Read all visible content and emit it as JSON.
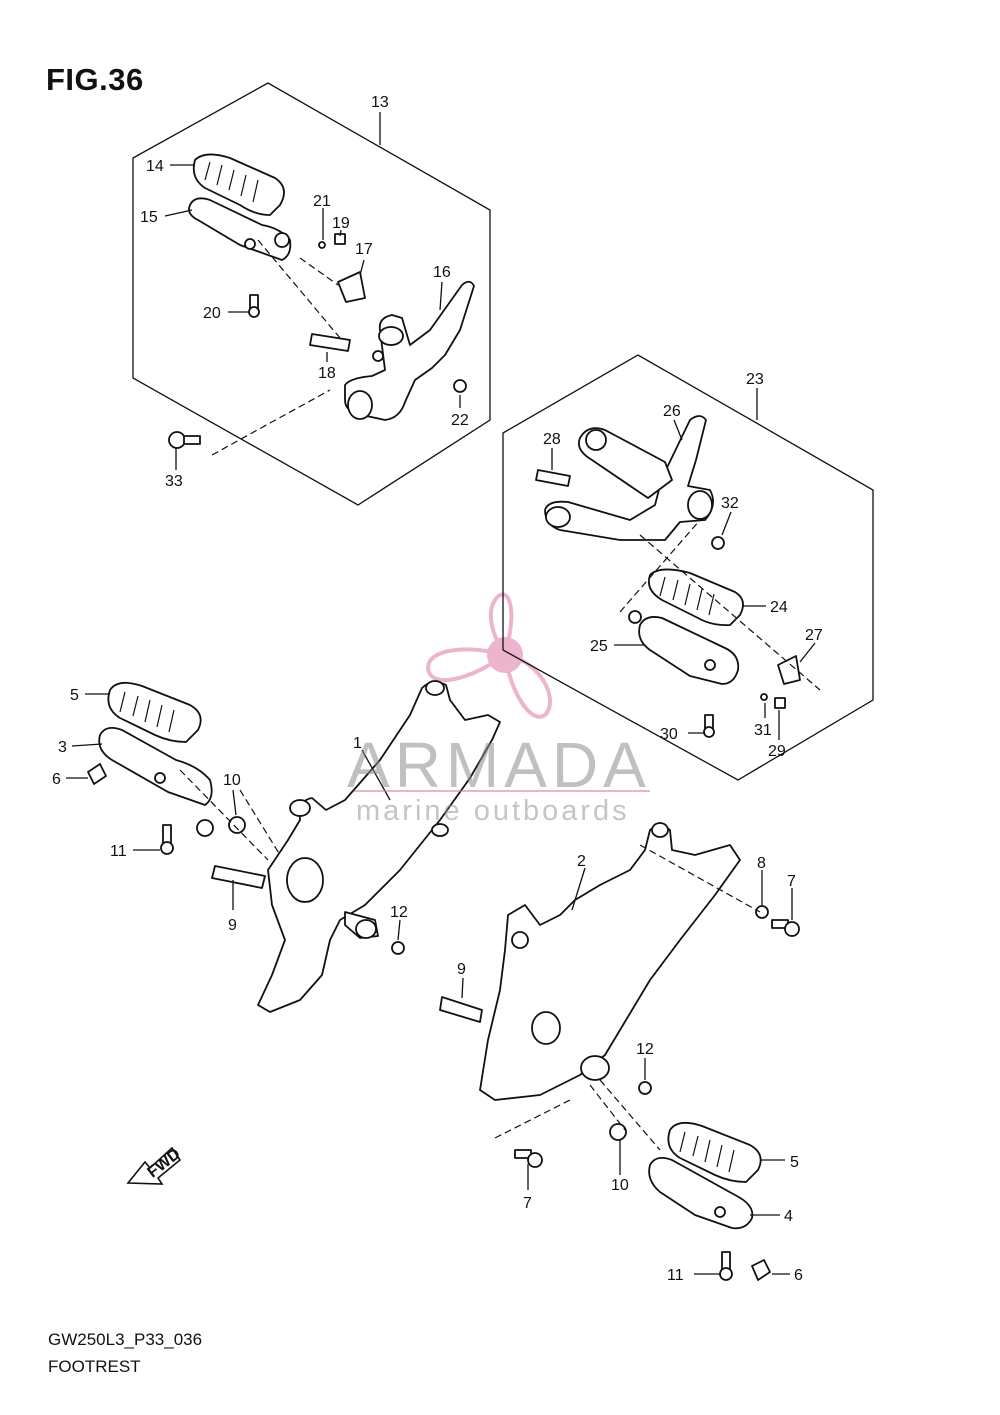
{
  "figure": {
    "title": "FIG.36",
    "code": "GW250L3_P33_036",
    "name": "FOOTREST"
  },
  "watermark": {
    "brand": "ARMADA",
    "tagline": "marine outboards",
    "accent_color": "#e79bbd",
    "text_color": "#8c8c8c"
  },
  "fwd_arrow": {
    "label": "FWD"
  },
  "callouts": [
    {
      "id": "c13",
      "label": "13"
    },
    {
      "id": "c14",
      "label": "14"
    },
    {
      "id": "c15",
      "label": "15"
    },
    {
      "id": "c21",
      "label": "21"
    },
    {
      "id": "c19",
      "label": "19"
    },
    {
      "id": "c17",
      "label": "17"
    },
    {
      "id": "c16",
      "label": "16"
    },
    {
      "id": "c20",
      "label": "20"
    },
    {
      "id": "c18",
      "label": "18"
    },
    {
      "id": "c22",
      "label": "22"
    },
    {
      "id": "c33",
      "label": "33"
    },
    {
      "id": "c23",
      "label": "23"
    },
    {
      "id": "c26",
      "label": "26"
    },
    {
      "id": "c28",
      "label": "28"
    },
    {
      "id": "c32",
      "label": "32"
    },
    {
      "id": "c24",
      "label": "24"
    },
    {
      "id": "c25",
      "label": "25"
    },
    {
      "id": "c27",
      "label": "27"
    },
    {
      "id": "c30",
      "label": "30"
    },
    {
      "id": "c31",
      "label": "31"
    },
    {
      "id": "c29",
      "label": "29"
    },
    {
      "id": "c5a",
      "label": "5"
    },
    {
      "id": "c3",
      "label": "3"
    },
    {
      "id": "c6a",
      "label": "6"
    },
    {
      "id": "c10a",
      "label": "10"
    },
    {
      "id": "c1",
      "label": "1"
    },
    {
      "id": "c11a",
      "label": "11"
    },
    {
      "id": "c9a",
      "label": "9"
    },
    {
      "id": "c12a",
      "label": "12"
    },
    {
      "id": "c2",
      "label": "2"
    },
    {
      "id": "c8",
      "label": "8"
    },
    {
      "id": "c7a",
      "label": "7"
    },
    {
      "id": "c9b",
      "label": "9"
    },
    {
      "id": "c12b",
      "label": "12"
    },
    {
      "id": "c7b",
      "label": "7"
    },
    {
      "id": "c10b",
      "label": "10"
    },
    {
      "id": "c5b",
      "label": "5"
    },
    {
      "id": "c4",
      "label": "4"
    },
    {
      "id": "c11b",
      "label": "11"
    },
    {
      "id": "c6b",
      "label": "6"
    }
  ]
}
